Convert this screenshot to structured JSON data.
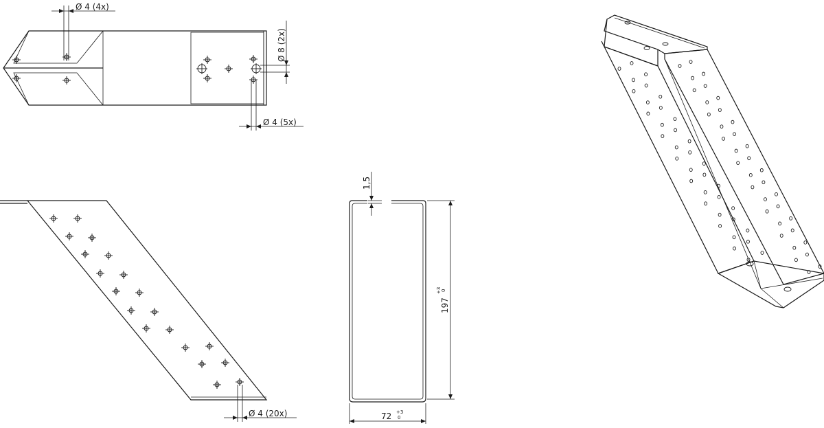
{
  "dimensions": {
    "top_left_holes": "Ø 4 (4x)",
    "top_right_large_holes": "Ø 8 (2x)",
    "top_right_small_holes": "Ø 4 (5x)",
    "front_holes": "Ø 4 (20x)",
    "thickness": "1,5",
    "height": "197",
    "height_tol_upper": "+3",
    "height_tol_lower": "0",
    "width": "72",
    "width_tol_upper": "+3",
    "width_tol_lower": "0"
  },
  "colors": {
    "line": "#1a1a1a",
    "background": "#ffffff"
  }
}
